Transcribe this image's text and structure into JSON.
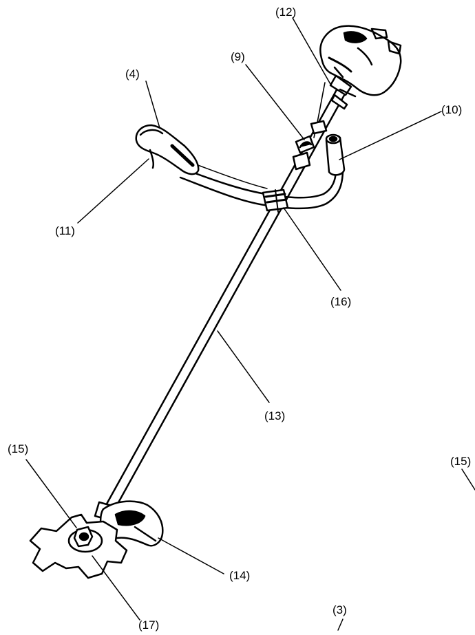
{
  "labels": {
    "l12": "(12)",
    "l9": "(9)",
    "l4": "(4)",
    "l10": "(10)",
    "l11": "(11)",
    "l16": "(16)",
    "l13": "(13)",
    "l15a": "(15)",
    "l15b": "(15)",
    "l14": "(14)",
    "l17": "(17)",
    "l3": "(3)"
  }
}
